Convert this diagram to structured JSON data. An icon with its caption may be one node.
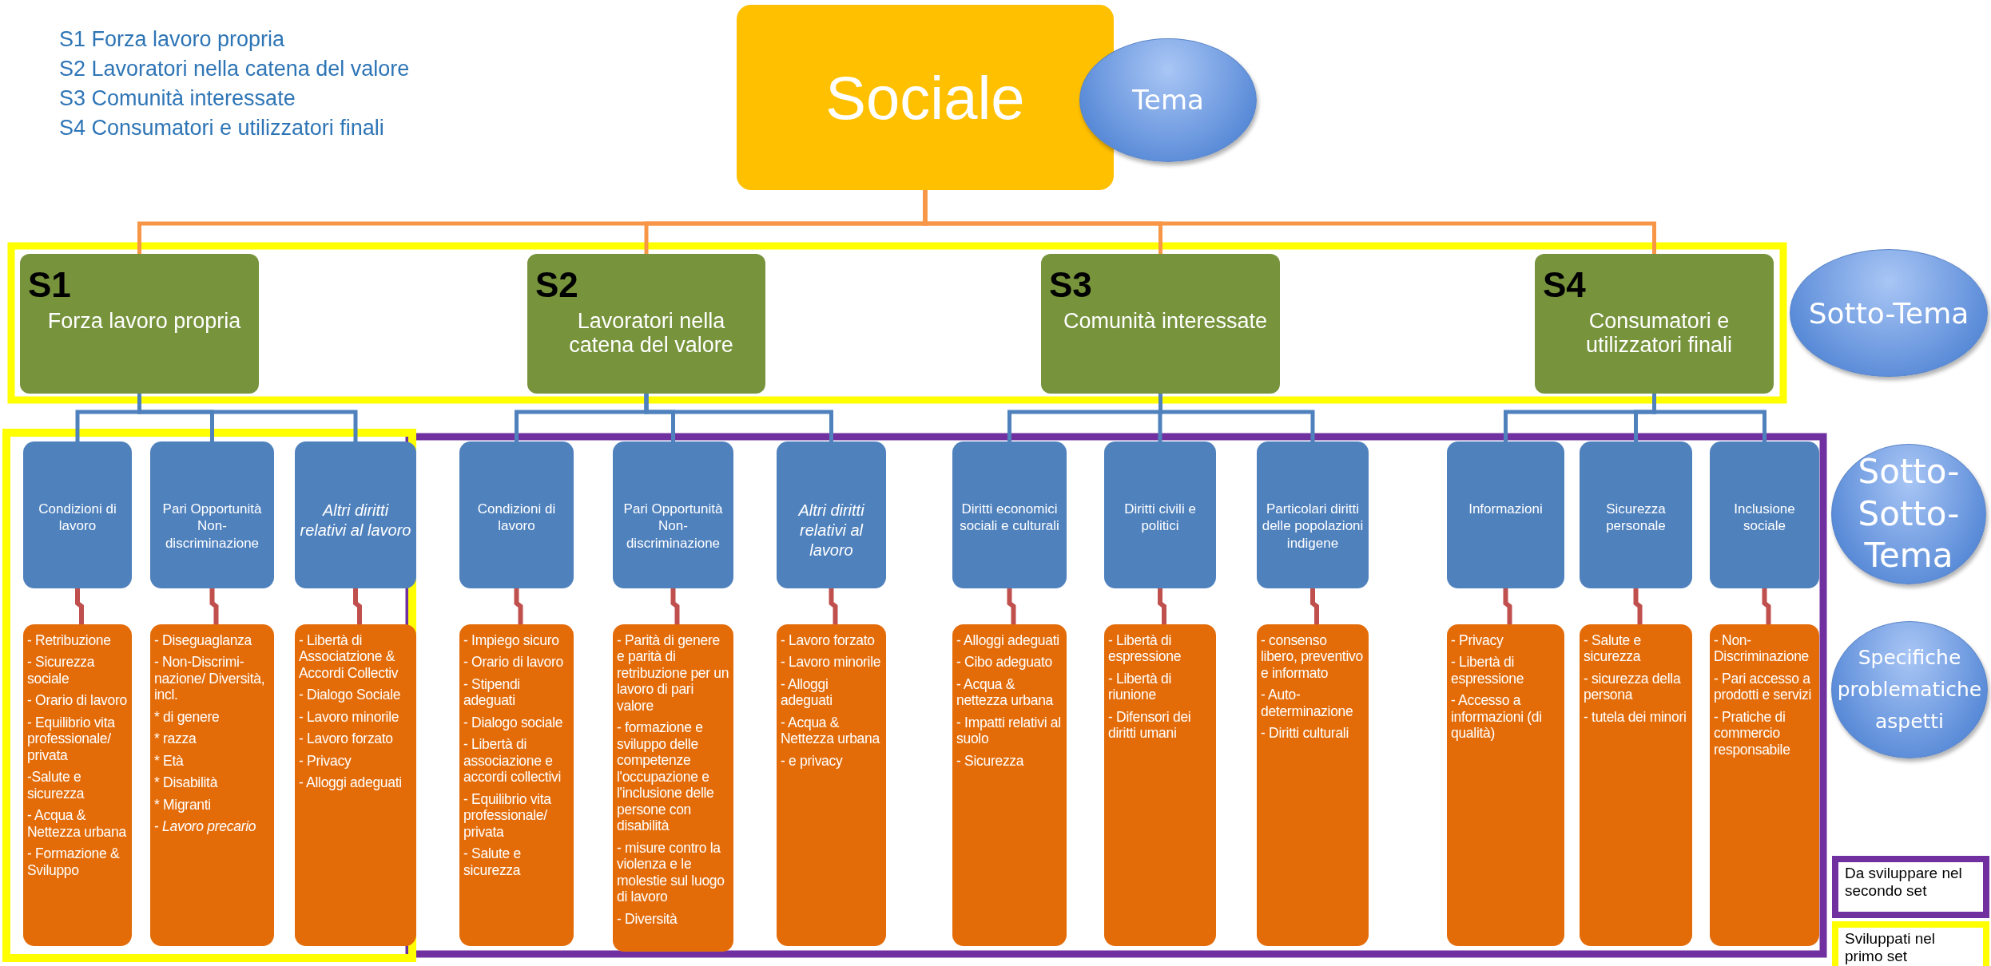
{
  "diagram": {
    "nodes": [
      {
        "text": [
          "Sociale"
        ]
      },
      {
        "text": [
          "Tema"
        ]
      },
      {
        "text": [
          "S1",
          "Forza lavoro propria"
        ]
      },
      {
        "text": [
          "S2",
          "Lavoratori nella catena del valore"
        ]
      },
      {
        "text": [
          "S3",
          "Comunità interessate"
        ]
      },
      {
        "text": [
          "S4",
          "Consumatori e utilizzatori finali"
        ]
      },
      {
        "text": [
          "Sotto-Tema"
        ]
      },
      {
        "text": [
          "Condizioni di lavoro"
        ]
      },
      {
        "text": [
          "Pari Opportunità Non-discriminazione"
        ]
      },
      {
        "text": [
          "Altri diritti relativi al lavoro"
        ]
      },
      {
        "text": [
          "Condizioni di lavoro"
        ]
      },
      {
        "text": [
          "Pari Opportunità Non-discriminazione"
        ]
      },
      {
        "text": [
          "Altri diritti relativi al lavoro"
        ]
      },
      {
        "text": [
          "Diritti economici sociali e culturali"
        ]
      },
      {
        "text": [
          "Diritti civili e politici"
        ]
      },
      {
        "text": [
          "Particolari diritti delle popolazioni indigene"
        ]
      },
      {
        "text": [
          "Informazioni"
        ]
      },
      {
        "text": [
          "Sicurezza personale"
        ]
      },
      {
        "text": [
          "Inclusione sociale"
        ]
      },
      {
        "text": [
          "Sotto-Sotto-Tema"
        ]
      },
      {
        "text": [
          "- Retribuzione",
          "- Sicurezza sociale",
          "- Orario di lavoro",
          "- Equilibrio vita professionale/ privata",
          "-Salute e sicurezza",
          "- Acqua & Nettezza urbana",
          "- Formazione & Sviluppo"
        ]
      },
      {
        "text": [
          "- Diseguaglanza",
          "- Non-Discrimi- nazione/ Diversità, incl.",
          "* di genere",
          "* razza",
          "* Età",
          "* Disabilità",
          "* Migranti",
          "- *Lavoro precario*"
        ]
      },
      {
        "text": [
          "- Libertà di Associatzione & Accordi Collectiv",
          "- Dialogo Sociale",
          "- Lavoro minorile",
          "- Lavoro forzato",
          "- Privacy",
          "- Alloggi adeguati"
        ]
      },
      {
        "text": [
          "- Impiego sicuro",
          "- Orario di lavoro",
          "- Stipendi adeguati",
          "- Dialogo sociale",
          "- Libertà di associazione e accordi collectivi",
          "- Equilibrio vita professionale/ privata",
          "- Salute e sicurezza"
        ]
      },
      {
        "text": [
          "- Parità di genere e parità di retribuzione per un lavoro di pari valore",
          "- formazione e sviluppo delle competenze l'occupazione e l'inclusione delle persone con disabilità",
          "- misure contro la violenza e le molestie sul luogo di lavoro",
          "- Diversità"
        ]
      },
      {
        "text": [
          "- Lavoro forzato",
          "- Lavoro minorile",
          "- Alloggi adeguati",
          "- Acqua & Nettezza urbana",
          "- e privacy"
        ]
      },
      {
        "text": [
          "- Alloggi adeguati",
          "- Cibo adeguato",
          "- Acqua & nettezza urbana",
          "- Impatti relativi al suolo",
          "- Sicurezza"
        ]
      },
      {
        "text": [
          "- Libertà di espressione",
          "- Libertà di riunione",
          "- Difensori dei diritti umani"
        ]
      },
      {
        "text": [
          "- consenso libero, preventivo e informato",
          "- Auto- determinazione",
          "- Diritti culturali"
        ]
      },
      {
        "text": [
          "- Privacy",
          "- Libertà di espressione",
          "- Accesso a informazioni (di qualità)"
        ]
      },
      {
        "text": [
          "- Salute e sicurezza",
          "- sicurezza della persona",
          "- tutela dei minori"
        ]
      },
      {
        "text": [
          "- Non- Discriminazione",
          "- Pari accesso a prodotti e servizi",
          "- Pratiche di commercio responsabile"
        ]
      },
      {
        "text": [
          "Specifiche problematiche aspetti"
        ]
      }
    ],
    "edges": [
      {
        "from": 0,
        "to": 2,
        "arrow": "none",
        "color": "#f79646"
      },
      {
        "from": 0,
        "to": 3,
        "arrow": "none",
        "color": "#f79646"
      },
      {
        "from": 0,
        "to": 4,
        "arrow": "none",
        "color": "#f79646"
      },
      {
        "from": 0,
        "to": 5,
        "arrow": "none",
        "color": "#f79646"
      },
      {
        "from": 2,
        "to": 7,
        "arrow": "none",
        "color": "#4f81bd"
      },
      {
        "from": 2,
        "to": 8,
        "arrow": "none",
        "color": "#4f81bd"
      },
      {
        "from": 2,
        "to": 9,
        "arrow": "none",
        "color": "#4f81bd"
      },
      {
        "from": 3,
        "to": 10,
        "arrow": "none",
        "color": "#4f81bd"
      },
      {
        "from": 3,
        "to": 11,
        "arrow": "none",
        "color": "#4f81bd"
      },
      {
        "from": 3,
        "to": 12,
        "arrow": "none",
        "color": "#4f81bd"
      },
      {
        "from": 4,
        "to": 13,
        "arrow": "none",
        "color": "#4f81bd"
      },
      {
        "from": 4,
        "to": 14,
        "arrow": "none",
        "color": "#4f81bd"
      },
      {
        "from": 4,
        "to": 15,
        "arrow": "none",
        "color": "#4f81bd"
      },
      {
        "from": 5,
        "to": 16,
        "arrow": "none",
        "color": "#4f81bd"
      },
      {
        "from": 5,
        "to": 17,
        "arrow": "none",
        "color": "#4f81bd"
      },
      {
        "from": 5,
        "to": 18,
        "arrow": "none",
        "color": "#4f81bd"
      },
      {
        "from": 7,
        "to": 20,
        "arrow": "none",
        "color": "#c0504d"
      },
      {
        "from": 8,
        "to": 21,
        "arrow": "none",
        "color": "#c0504d"
      },
      {
        "from": 9,
        "to": 22,
        "arrow": "none",
        "color": "#c0504d"
      },
      {
        "from": 10,
        "to": 23,
        "arrow": "none",
        "color": "#c0504d"
      },
      {
        "from": 11,
        "to": 24,
        "arrow": "none",
        "color": "#c0504d"
      },
      {
        "from": 12,
        "to": 25,
        "arrow": "none",
        "color": "#c0504d"
      },
      {
        "from": 13,
        "to": 26,
        "arrow": "none",
        "color": "#c0504d"
      },
      {
        "from": 14,
        "to": 27,
        "arrow": "none",
        "color": "#c0504d"
      },
      {
        "from": 15,
        "to": 28,
        "arrow": "none",
        "color": "#c0504d"
      },
      {
        "from": 16,
        "to": 29,
        "arrow": "none",
        "color": "#c0504d"
      },
      {
        "from": 17,
        "to": 30,
        "arrow": "none",
        "color": "#c0504d"
      },
      {
        "from": 18,
        "to": 31,
        "arrow": "none",
        "color": "#c0504d"
      }
    ],
    "labels": [
      "S1 Forza lavoro propria",
      "S2 Lavoratori nella catena del valore",
      "S3 Comunità interessate",
      "S4 Consumatori e utilizzatori finali"
    ],
    "legend": [
      {
        "text": "Da sviluppare nel secondo set",
        "color": "#7030a0"
      },
      {
        "text": "Sviluppati nel primo set",
        "color": "#ffff00"
      }
    ]
  }
}
